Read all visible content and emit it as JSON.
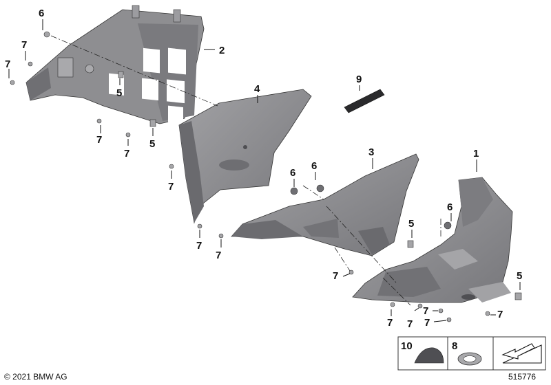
{
  "diagram": {
    "callouts": {
      "c6a": "6",
      "c7a": "7",
      "c7b": "7",
      "c2": "2",
      "c5a": "5",
      "c7c": "7",
      "c7d": "7",
      "c5b": "5",
      "c4": "4",
      "c9": "9",
      "c7e": "7",
      "c7f": "7",
      "c3": "3",
      "c6b": "6",
      "c6c": "6",
      "c7g": "7",
      "c1": "1",
      "c6d": "6",
      "c5c": "5",
      "c7h": "7",
      "c5d": "5",
      "c7i": "7",
      "c7j": "7",
      "c7k": "7",
      "c7l": "7",
      "c7m": "7"
    },
    "legend": {
      "item_10": "10",
      "item_8": "8"
    },
    "colors": {
      "part_fill": "#8b8b8e",
      "part_dark": "#5c5c60",
      "part_light": "#b4b4b7",
      "line": "#111111"
    }
  },
  "footer": {
    "copyright": "© 2021 BMW AG",
    "image_number": "515776"
  }
}
